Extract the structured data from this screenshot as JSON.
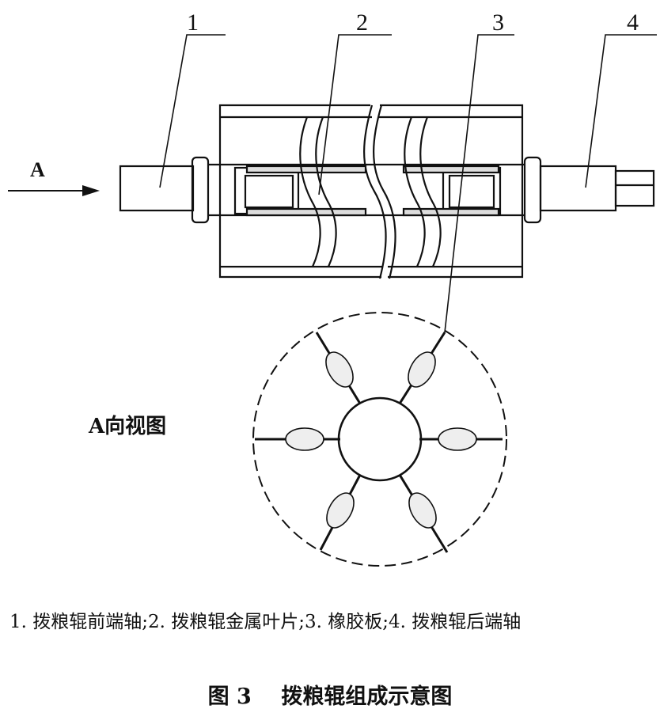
{
  "labels": {
    "part1": "1",
    "part2": "2",
    "part3": "3",
    "part4": "4",
    "arrow": "A",
    "view": "A向视图"
  },
  "legend": "1. 拨粮辊前端轴;2. 拨粮辊金属叶片;3. 橡胶板;4. 拨粮辊后端轴",
  "caption": {
    "number": "图 3",
    "title": "拨粮辊组成示意图"
  }
}
